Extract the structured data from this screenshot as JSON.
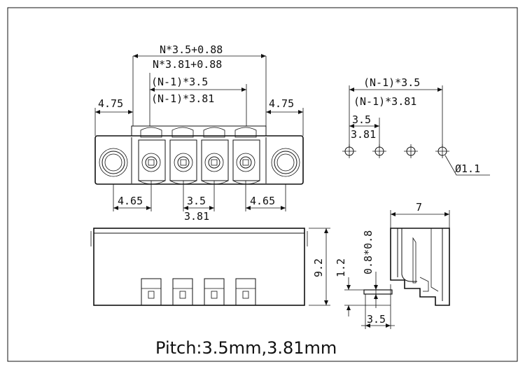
{
  "dims": {
    "top_total_3_5": "N*3.5+0.88",
    "top_total_3_81": "N*3.81+0.88",
    "top_inner_3_5": "(N-1)*3.5",
    "top_inner_3_81": "(N-1)*3.81",
    "left_margin": "4.75",
    "right_margin": "4.75",
    "bottom_left": "4.65",
    "bottom_right": "4.65",
    "bottom_pitch_3_5": "3.5",
    "bottom_pitch_3_81": "3.81",
    "pcb_span_3_5": "(N-1)*3.5",
    "pcb_span_3_81": "(N-1)*3.81",
    "pcb_pitch_3_5": "3.5",
    "pcb_pitch_3_81": "3.81",
    "hole_dia": "Ø1.1",
    "side_width": "7",
    "front_height": "9.2",
    "pin_height": "1.2",
    "pin_section": "0.8*0.8",
    "side_pitch": "3.5"
  },
  "caption": "Pitch:3.5mm,3.81mm"
}
